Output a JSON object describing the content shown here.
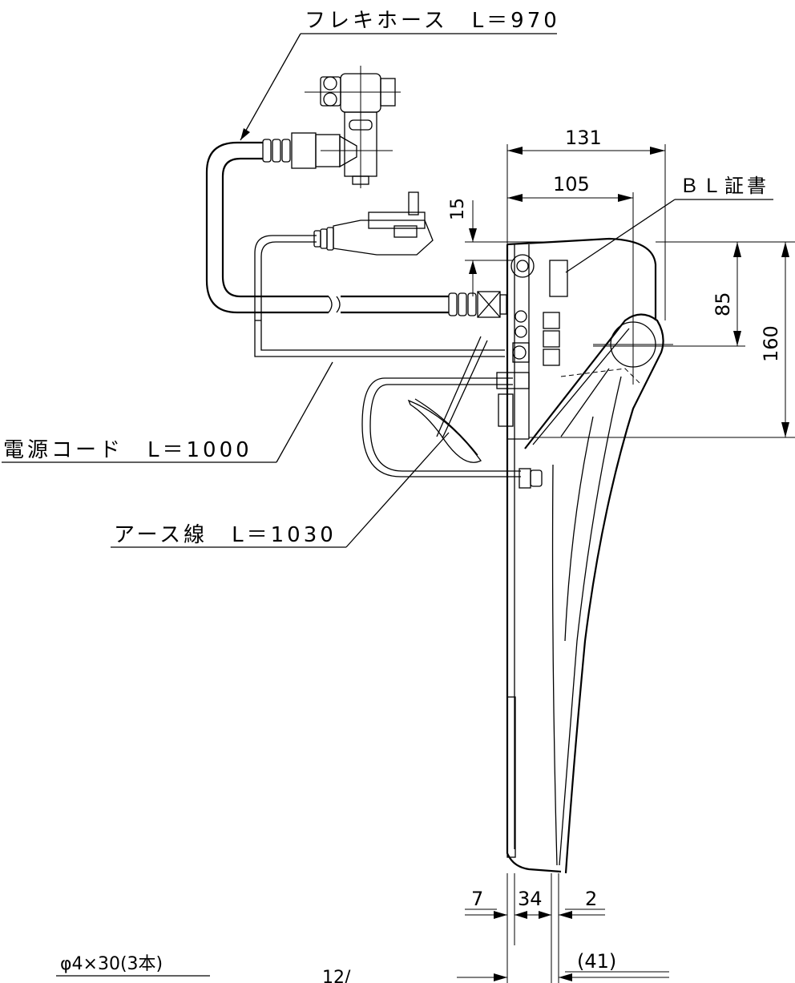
{
  "labels": {
    "flex_hose": "フレキホース　L＝970",
    "power_cord": "電源コード　L＝1000",
    "earth_wire": "アース線　L＝1030",
    "bl_cert": "ＢＬ証書",
    "screw_spec": "φ4×30(3本)",
    "bottom_cut_partial": "12/"
  },
  "dimensions": {
    "w131": "131",
    "w105": "105",
    "h15": "15",
    "h85": "85",
    "h160": "160",
    "b7": "7",
    "b34": "34",
    "b2": "2",
    "b41": "(41)"
  },
  "colors": {
    "line": "#000000",
    "background": "#ffffff"
  }
}
